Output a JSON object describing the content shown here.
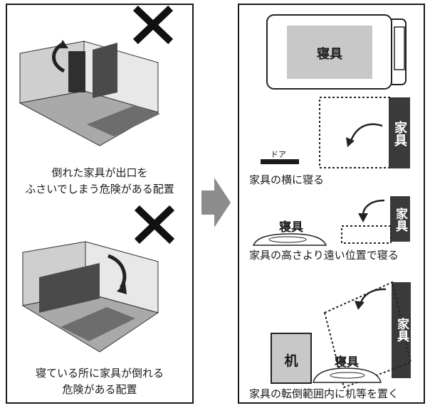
{
  "left_panel": {
    "top_caption_line1": "倒れた家具が出口を",
    "top_caption_line2": "ふさいでしまう危険がある配置",
    "bottom_caption_line1": "寝ている所に家具が倒れる",
    "bottom_caption_line2": "危険がある配置"
  },
  "right_panel": {
    "scene1": {
      "bedding_label": "寝具"
    },
    "scene2": {
      "door_label": "ドア",
      "furniture_label": "家具",
      "caption": "家具の横に寝る"
    },
    "scene3": {
      "bedding_label": "寝具",
      "furniture_label": "家具",
      "caption": "家具の高さより遠い位置で寝る"
    },
    "scene4": {
      "desk_label": "机",
      "bedding_label": "寝具",
      "furniture_label": "家具",
      "caption": "家具の転倒範囲内に机等を置く"
    }
  },
  "colors": {
    "furniture": "#3a3a3a",
    "bedding": "#c8c8c8",
    "desk": "#c8c8c8",
    "cross": "#111111"
  }
}
